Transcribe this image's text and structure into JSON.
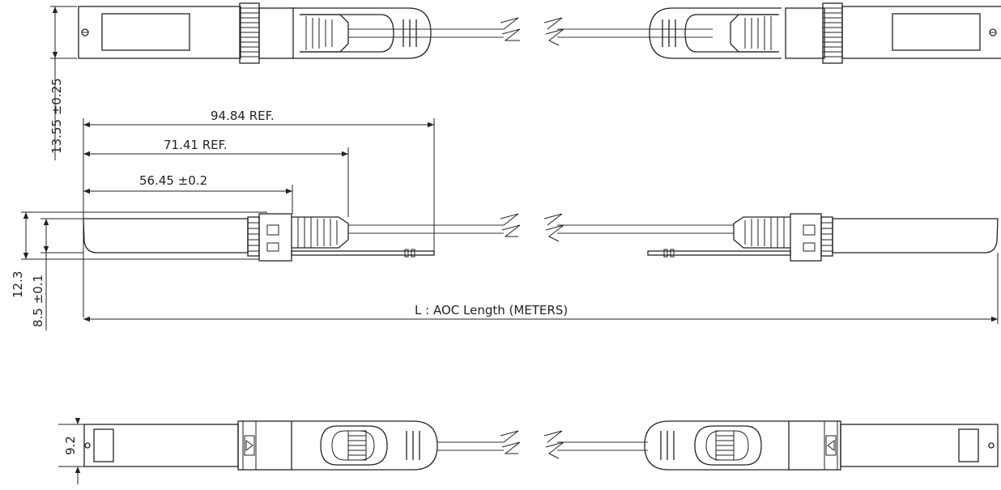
{
  "dimensions": {
    "d_94": "94.84 REF.",
    "d_71": "71.41 REF.",
    "d_56": "56.45 ±0.2",
    "d_13": "13.55 ±0.25",
    "d_12": "12.3",
    "d_85": "8.5 ±0.1",
    "d_aoc": "L : AOC Length (METERS)",
    "d_92": "9.2"
  }
}
